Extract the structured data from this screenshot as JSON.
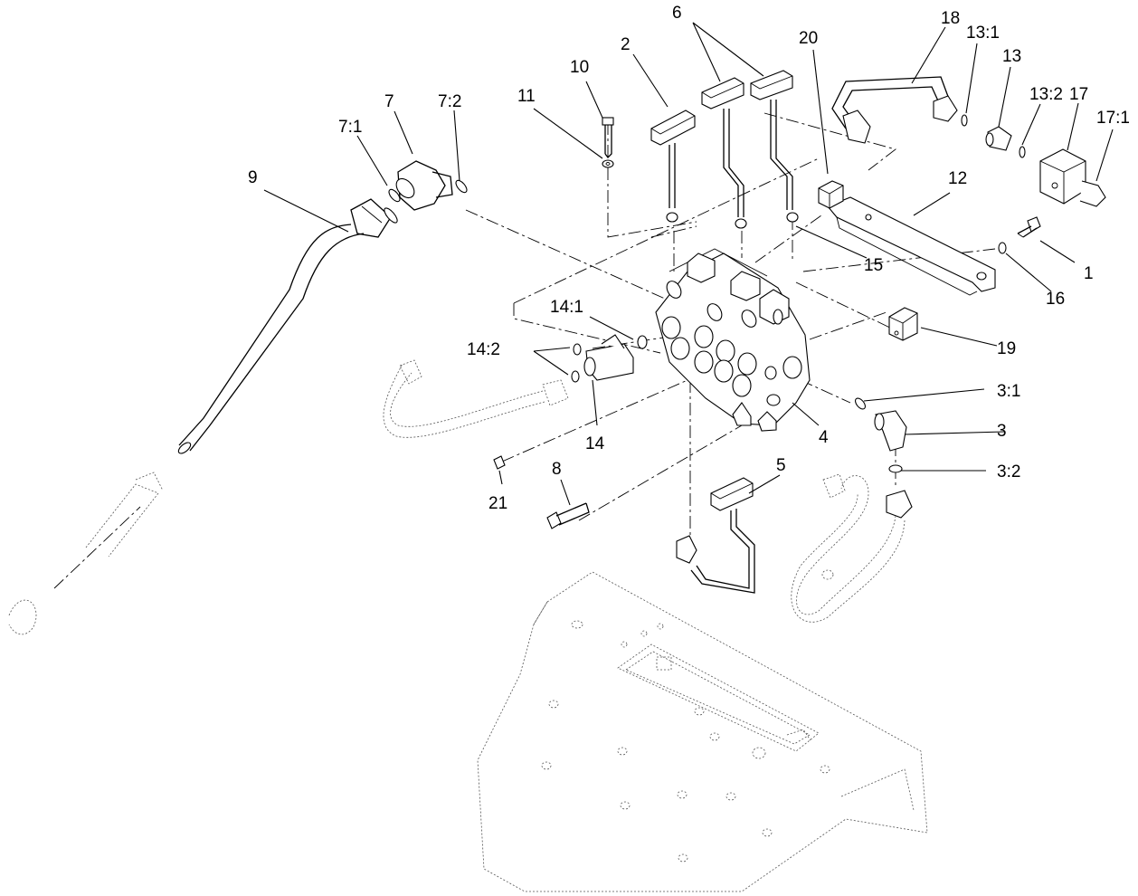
{
  "callouts": [
    {
      "id": "c1",
      "text": "1"
    },
    {
      "id": "c2",
      "text": "2"
    },
    {
      "id": "c3",
      "text": "3"
    },
    {
      "id": "c3_1",
      "text": "3:1"
    },
    {
      "id": "c3_2",
      "text": "3:2"
    },
    {
      "id": "c4",
      "text": "4"
    },
    {
      "id": "c5",
      "text": "5"
    },
    {
      "id": "c6",
      "text": "6"
    },
    {
      "id": "c7",
      "text": "7"
    },
    {
      "id": "c7_1",
      "text": "7:1"
    },
    {
      "id": "c7_2",
      "text": "7:2"
    },
    {
      "id": "c8",
      "text": "8"
    },
    {
      "id": "c9",
      "text": "9"
    },
    {
      "id": "c10",
      "text": "10"
    },
    {
      "id": "c11",
      "text": "11"
    },
    {
      "id": "c12",
      "text": "12"
    },
    {
      "id": "c13",
      "text": "13"
    },
    {
      "id": "c13_1",
      "text": "13:1"
    },
    {
      "id": "c13_2",
      "text": "13:2"
    },
    {
      "id": "c14",
      "text": "14"
    },
    {
      "id": "c14_1",
      "text": "14:1"
    },
    {
      "id": "c14_2",
      "text": "14:2"
    },
    {
      "id": "c15",
      "text": "15"
    },
    {
      "id": "c16",
      "text": "16"
    },
    {
      "id": "c17",
      "text": "17"
    },
    {
      "id": "c17_1",
      "text": "17:1"
    },
    {
      "id": "c18",
      "text": "18"
    },
    {
      "id": "c19",
      "text": "19"
    },
    {
      "id": "c20",
      "text": "20"
    },
    {
      "id": "c21",
      "text": "21"
    }
  ]
}
